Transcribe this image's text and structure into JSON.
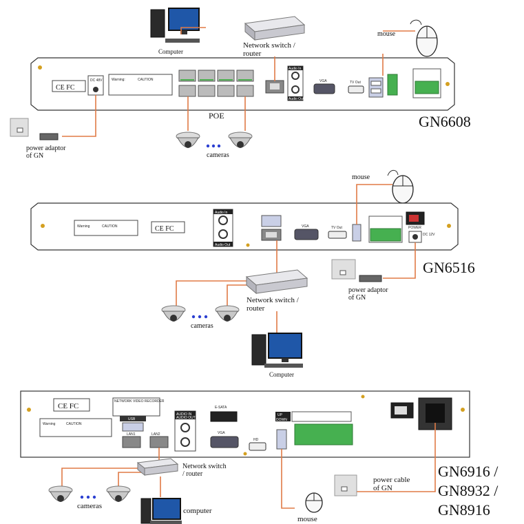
{
  "s1": {
    "computer": "Computer",
    "switch_line1": "Network switch /",
    "switch_line2": "router",
    "mouse": "mouse",
    "cefc": "CE FC",
    "dc": "DC 48V",
    "warning": "Warning:",
    "caution": "CAUTION",
    "audio_in": "Audio In",
    "audio_out": "Audio Out",
    "vga": "VGA",
    "tv_out": "TV Out",
    "poe": "POE",
    "model": "GN6608",
    "power_line1": "power adaptor",
    "power_line2": "of GN",
    "cameras": "cameras"
  },
  "s2": {
    "mouse": "mouse",
    "warning": "Warning",
    "caution": "CAUTION",
    "cefc": "CE FC",
    "audio_in": "Audio In",
    "audio_out": "Audio Out",
    "vga": "VGA",
    "tv_out": "TV Out",
    "power_sw": "POWER",
    "dc": "DC 12V",
    "model": "GN6516",
    "power_line1": "power adaptor",
    "power_line2": "of GN",
    "switch_line1": "Network switch /",
    "switch_line2": "router",
    "cameras": "cameras",
    "computer": "Computer"
  },
  "s3": {
    "cefc": "CE FC",
    "nvr": "NETWORK VIDEO RECORDER",
    "warning": "Warning",
    "caution": "CAUTION",
    "usb": "USB",
    "lan1": "LAN1",
    "lan2": "LAN2",
    "audio_in": "AUDIO IN",
    "audio_out": "AUDIO OUT",
    "esata": "E-SATA",
    "vga": "VGA",
    "hd": "HD",
    "up": "UP",
    "down": "DOWN",
    "model_line1": "GN6916 /",
    "model_line2": "GN8932 /",
    "model_line3": "GN8916",
    "switch_line1": "Network switch",
    "switch_line2": "/ router",
    "cameras": "cameras",
    "computer": "computer",
    "mouse": "mouse",
    "power_line1": "power cable",
    "power_line2": "of GN"
  }
}
